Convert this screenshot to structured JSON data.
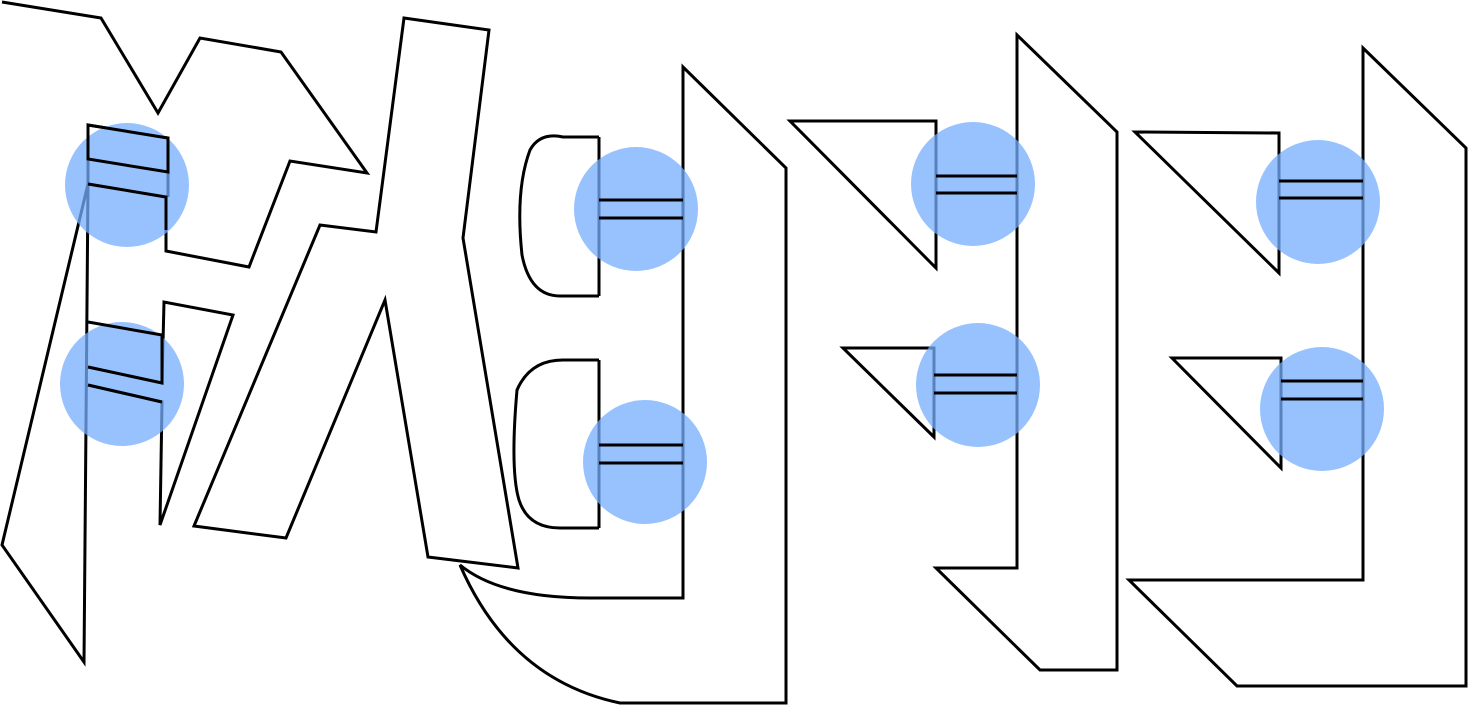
{
  "diagram": {
    "background_color": "#ffffff",
    "outline_color": "#000000",
    "handle_color": "#76adfc",
    "letters": [
      {
        "name": "letter-1"
      },
      {
        "name": "letter-2"
      },
      {
        "name": "letter-3"
      },
      {
        "name": "letter-4"
      },
      {
        "name": "letter-5"
      }
    ],
    "handle_count": 10
  }
}
